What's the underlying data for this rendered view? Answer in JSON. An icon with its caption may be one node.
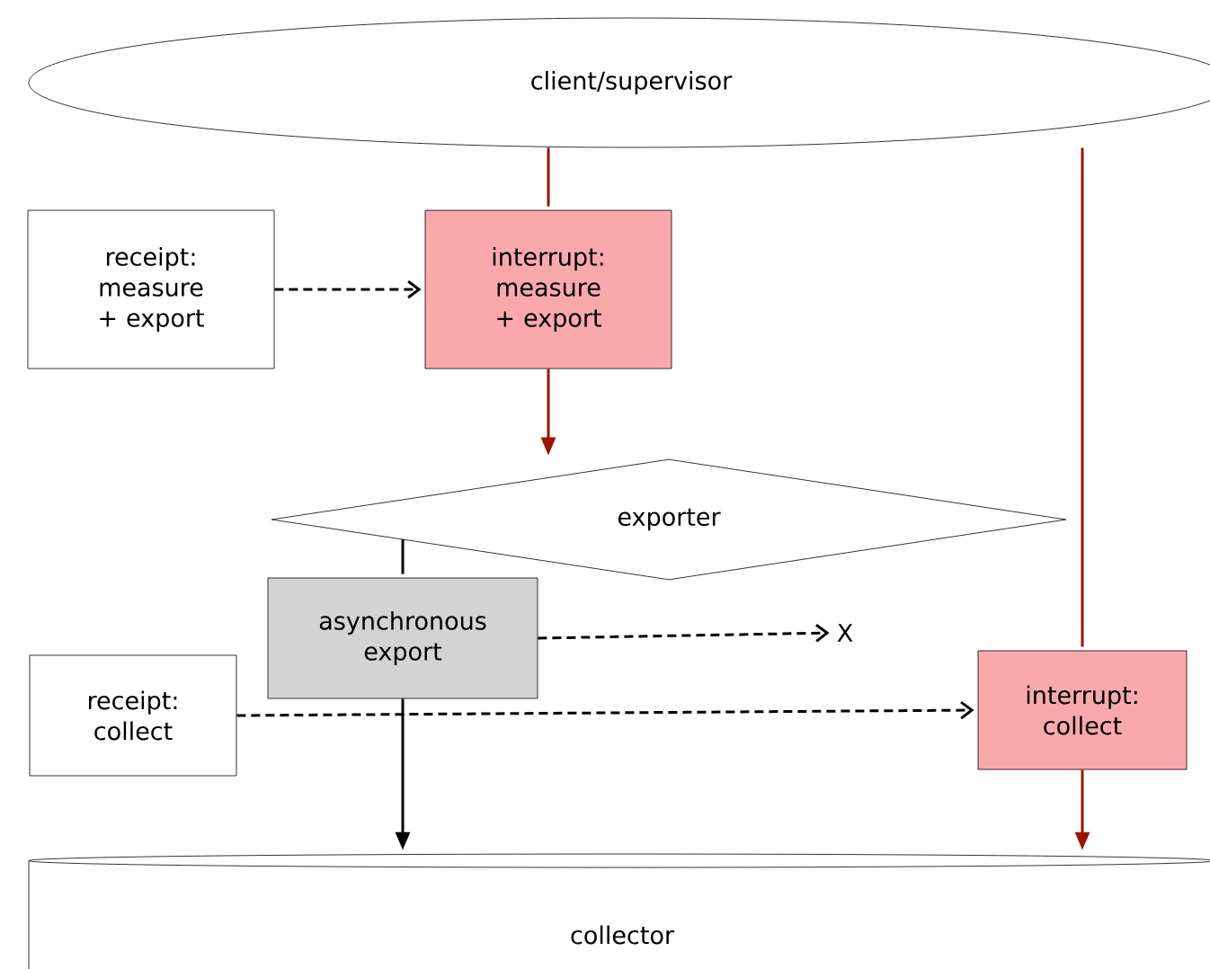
{
  "diagram": {
    "nodes": [
      {
        "text": [
          "client/supervisor"
        ]
      },
      {
        "text": [
          "receipt: measure + export"
        ]
      },
      {
        "text": [
          "interrupt: measure + export"
        ]
      },
      {
        "text": [
          "exporter"
        ]
      },
      {
        "text": [
          "asynchronous export"
        ]
      },
      {
        "text": [
          "X"
        ]
      },
      {
        "text": [
          "receipt: collect"
        ]
      },
      {
        "text": [
          "interrupt: collect"
        ]
      },
      {
        "text": [
          "collector"
        ]
      }
    ],
    "edges": [
      {
        "from": 0,
        "to": 2,
        "arrow": "none",
        "color": "#9b1400"
      },
      {
        "from": 2,
        "to": 3,
        "arrow": "to",
        "color": "#9b1400"
      },
      {
        "from": 1,
        "to": 2,
        "arrow": "to",
        "style": "dashed"
      },
      {
        "from": 0,
        "to": 7,
        "arrow": "none",
        "color": "#9b1400"
      },
      {
        "from": 7,
        "to": 8,
        "arrow": "to",
        "color": "#9b1400"
      },
      {
        "from": 3,
        "to": 4,
        "arrow": "none"
      },
      {
        "from": 4,
        "to": 5,
        "arrow": "to",
        "style": "dashed"
      },
      {
        "from": 6,
        "to": 7,
        "arrow": "to",
        "style": "dashed"
      },
      {
        "from": 4,
        "to": 8,
        "arrow": "to"
      }
    ]
  }
}
